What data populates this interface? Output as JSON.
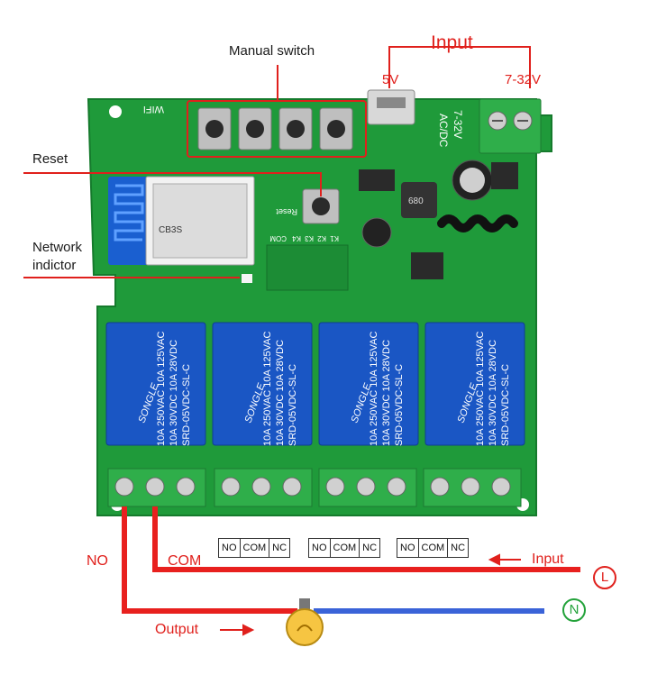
{
  "labels": {
    "manual_switch": "Manual switch",
    "input_top": "Input",
    "v5": "5V",
    "v7_32": "7-32V",
    "reset": "Reset",
    "network_line1": "Network",
    "network_line2": "indictor",
    "no": "NO",
    "com": "COM",
    "output": "Output",
    "input_right": "Input",
    "live_symbol": "L",
    "neutral_symbol": "N"
  },
  "terminals": [
    {
      "no": "NO",
      "com": "COM",
      "nc": "NC"
    },
    {
      "no": "NO",
      "com": "COM",
      "nc": "NC"
    },
    {
      "no": "NO",
      "com": "COM",
      "nc": "NC"
    }
  ],
  "board": {
    "wifi_text": "WIFI",
    "acdc_text": "AC/DC",
    "voltage_text": "7-32V",
    "reset_silk": "Reset",
    "k_labels": [
      "K1",
      "K2",
      "K3",
      "K4",
      "COM"
    ],
    "module_name": "CB3S",
    "inductor_code": "680"
  },
  "relay": {
    "brand": "SONGLE",
    "model": "SRD-05VDC-SL-C",
    "rating1": "10A 250VAC 10A 125VAC",
    "rating2": "10A 30VDC 10A 28VDC",
    "count": 4
  },
  "colors": {
    "pcb": "#1f9a3a",
    "pcb_dark": "#167a2d",
    "relay_blue": "#1a56c4",
    "terminal_green": "#2fae4a",
    "wire_red": "#e8201e",
    "wire_blue": "#3a63d8",
    "label_red": "#e0201c",
    "symbol_live": "#e0201c",
    "symbol_neutral": "#23a23a"
  }
}
